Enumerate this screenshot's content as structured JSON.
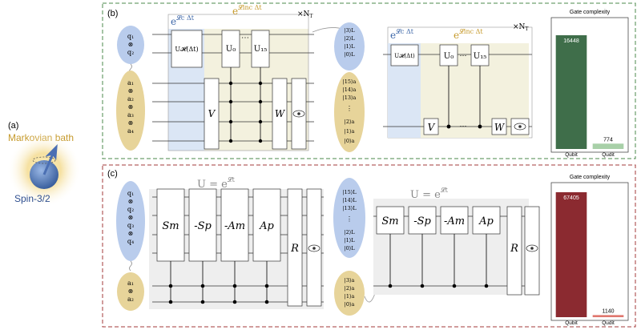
{
  "panel_a": {
    "label": "(a)",
    "bath_label": "Markovian bath",
    "spin_label": "Spin-3/2"
  },
  "panel_b": {
    "label": "(b)",
    "qubits_top": [
      "q₁",
      "⊗",
      "q₂"
    ],
    "qubits_bottom": [
      "a₁",
      "⊗",
      "a₂",
      "⊗",
      "a₃",
      "⊗",
      "a₄"
    ],
    "exp_c": "e",
    "exp_c_sup": "𝓛c Δt",
    "exp_inc": "e",
    "exp_inc_sup": "𝓛inc Δt",
    "repeat": "×N",
    "repeat_sub": "T",
    "u_h": "U𝓗(Δt)",
    "u0": "U₀",
    "u15": "U₁₅",
    "v": "V",
    "w": "W",
    "dots": "⋯",
    "qudit_top": [
      "|3⟩L",
      "|2⟩L",
      "|1⟩L",
      "|0⟩L"
    ],
    "qudit_bottom": [
      "|15⟩a",
      "|14⟩a",
      "|13⟩a",
      "⋮",
      "|2⟩a",
      "|1⟩a",
      "|0⟩a"
    ],
    "chart": {
      "title": "Gate complexity",
      "categories": [
        "Qubit",
        "Qudit"
      ],
      "values": [
        16448,
        774
      ],
      "value_labels": [
        "16448",
        "774"
      ],
      "colors": [
        "#3f6e4a",
        "#a8d0a8"
      ]
    }
  },
  "panel_c": {
    "label": "(c)",
    "qubits_top": [
      "q₁",
      "⊗",
      "q₂",
      "⊗",
      "q₃",
      "⊗",
      "q₄"
    ],
    "qubits_bottom": [
      "a₁",
      "⊗",
      "a₂"
    ],
    "u_eq": "U = e",
    "u_sup": "𝓛t",
    "gates": [
      "Sm",
      "-Sp",
      "-Am",
      "Ap"
    ],
    "r": "R",
    "qudit_top": [
      "|15⟩L",
      "|14⟩L",
      "|13⟩L",
      "⋮",
      "|2⟩L",
      "|1⟩L",
      "|0⟩L"
    ],
    "qudit_bottom": [
      "|3⟩a",
      "|2⟩a",
      "|1⟩a",
      "|0⟩a"
    ],
    "chart": {
      "title": "Gate complexity",
      "categories": [
        "Qubit",
        "Qudit"
      ],
      "values": [
        67405,
        1140
      ],
      "value_labels": [
        "67405",
        "1140"
      ],
      "colors": [
        "#8b2a30",
        "#e0776f"
      ]
    }
  }
}
